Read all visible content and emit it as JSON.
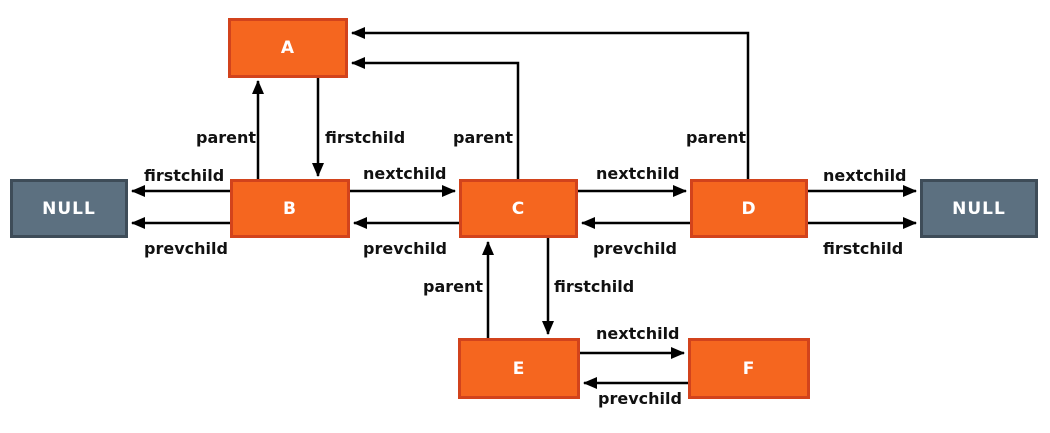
{
  "colors": {
    "node_fill": "#f5661f",
    "node_border": "#d2431c",
    "null_fill": "#5c7080",
    "null_border": "#3e4c58",
    "arrow": "#000000",
    "label_text": "#111111",
    "node_text": "#ffffff"
  },
  "nodes": {
    "a": "A",
    "b": "B",
    "c": "C",
    "d": "D",
    "e": "E",
    "f": "F",
    "null_left": "NULL",
    "null_right": "NULL"
  },
  "edges": [
    {
      "from": "B",
      "to": "A",
      "label": "parent"
    },
    {
      "from": "A",
      "to": "B",
      "label": "firstchild"
    },
    {
      "from": "C",
      "to": "A",
      "label": "parent"
    },
    {
      "from": "D",
      "to": "A",
      "label": "parent"
    },
    {
      "from": "B",
      "to": "NULL-left",
      "label": "firstchild"
    },
    {
      "from": "B",
      "to": "NULL-left",
      "label": "prevchild"
    },
    {
      "from": "B",
      "to": "C",
      "label": "nextchild"
    },
    {
      "from": "C",
      "to": "B",
      "label": "prevchild"
    },
    {
      "from": "C",
      "to": "D",
      "label": "nextchild"
    },
    {
      "from": "D",
      "to": "C",
      "label": "prevchild"
    },
    {
      "from": "D",
      "to": "NULL-right",
      "label": "nextchild"
    },
    {
      "from": "D",
      "to": "NULL-right",
      "label": "firstchild"
    },
    {
      "from": "E",
      "to": "C",
      "label": "parent"
    },
    {
      "from": "C",
      "to": "E",
      "label": "firstchild"
    },
    {
      "from": "E",
      "to": "F",
      "label": "nextchild"
    },
    {
      "from": "F",
      "to": "E",
      "label": "prevchild"
    }
  ]
}
